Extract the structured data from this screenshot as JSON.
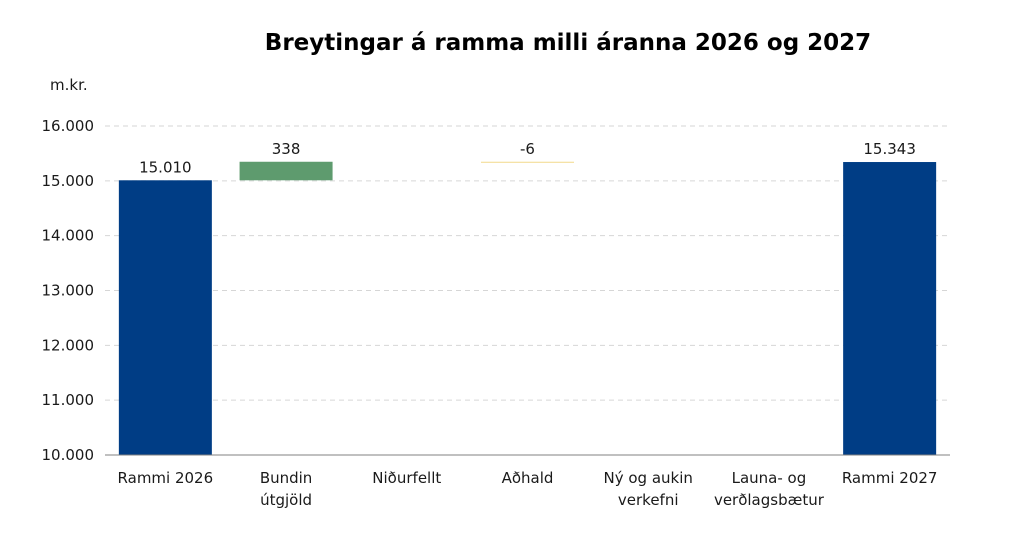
{
  "chart_data": {
    "type": "bar",
    "subtype": "waterfall",
    "title": "Breytingar á ramma milli áranna 2026 og 2027",
    "ylabel": "m.kr.",
    "ylim": [
      10000,
      16000
    ],
    "yticks": [
      10000,
      11000,
      12000,
      13000,
      14000,
      15000,
      16000
    ],
    "ytick_labels": [
      "10.000",
      "11.000",
      "12.000",
      "13.000",
      "14.000",
      "15.000",
      "16.000"
    ],
    "grid": true,
    "categories": [
      [
        "Rammi 2026"
      ],
      [
        "Bundin",
        "útgjöld"
      ],
      [
        "Niðurfellt"
      ],
      [
        "Aðhald"
      ],
      [
        "Ný og aukin",
        "verkefni"
      ],
      [
        "Launa- og",
        "verðlagsbætur"
      ],
      [
        "Rammi 2027"
      ]
    ],
    "bars": [
      {
        "kind": "total",
        "base": 10000,
        "value": 15010,
        "label": "15.010"
      },
      {
        "kind": "increase",
        "base": 15010,
        "value": 338,
        "label": "338"
      },
      {
        "kind": "change",
        "base": 15348,
        "value": 0,
        "label": ""
      },
      {
        "kind": "decrease",
        "base": 15348,
        "value": -6,
        "label": "-6"
      },
      {
        "kind": "change",
        "base": 15342,
        "value": 0,
        "label": ""
      },
      {
        "kind": "change",
        "base": 15342,
        "value": 0,
        "label": ""
      },
      {
        "kind": "total",
        "base": 10000,
        "value": 15343,
        "label": "15.343"
      }
    ],
    "colors": {
      "total": "#003d85",
      "increase": "#5e9b6e",
      "decrease": "#f2d98a",
      "change": "#c8c8c8"
    }
  }
}
